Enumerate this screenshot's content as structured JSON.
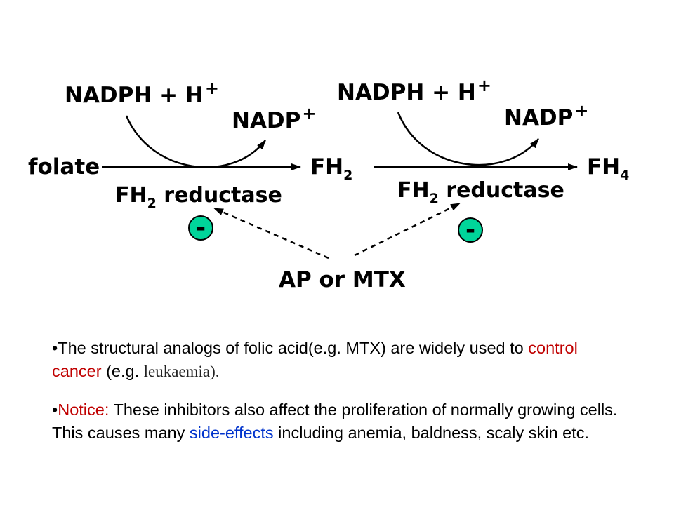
{
  "diagram": {
    "step1": {
      "cofactor_in": "NADPH + H",
      "cofactor_in_sup": "+",
      "cofactor_out": "NADP",
      "cofactor_out_sup": "+",
      "enzyme": "FH",
      "enzyme_sub": "2",
      "enzyme_rest": " reductase"
    },
    "step2": {
      "cofactor_in": "NADPH + H",
      "cofactor_in_sup": "+",
      "cofactor_out": "NADP",
      "cofactor_out_sup": "+",
      "enzyme": "FH",
      "enzyme_sub": "2",
      "enzyme_rest": " reductase"
    },
    "substrate": "folate",
    "intermediate": "FH",
    "intermediate_sub": "2",
    "product": "FH",
    "product_sub": "4",
    "inhibitor": "AP or MTX",
    "inhibit_symbol": "-",
    "inhibit_color": "#00d59a"
  },
  "bullets": {
    "b1": {
      "marker": "•",
      "part1": "The structural analogs of folic acid(e.g. MTX) are widely used to ",
      "highlight": "control cancer",
      "part2": " (e.g. ",
      "serif_term": "leukaemia).",
      "highlight_color": "#c00000"
    },
    "b2": {
      "marker": "•",
      "label": "Notice:",
      "part1": " These inhibitors also affect the proliferation of normally growing cells. This causes many ",
      "highlight": "side-effects",
      "part2": " including anemia, baldness, scaly skin etc.",
      "label_color": "#c00000",
      "highlight_color": "#0033cc"
    }
  }
}
